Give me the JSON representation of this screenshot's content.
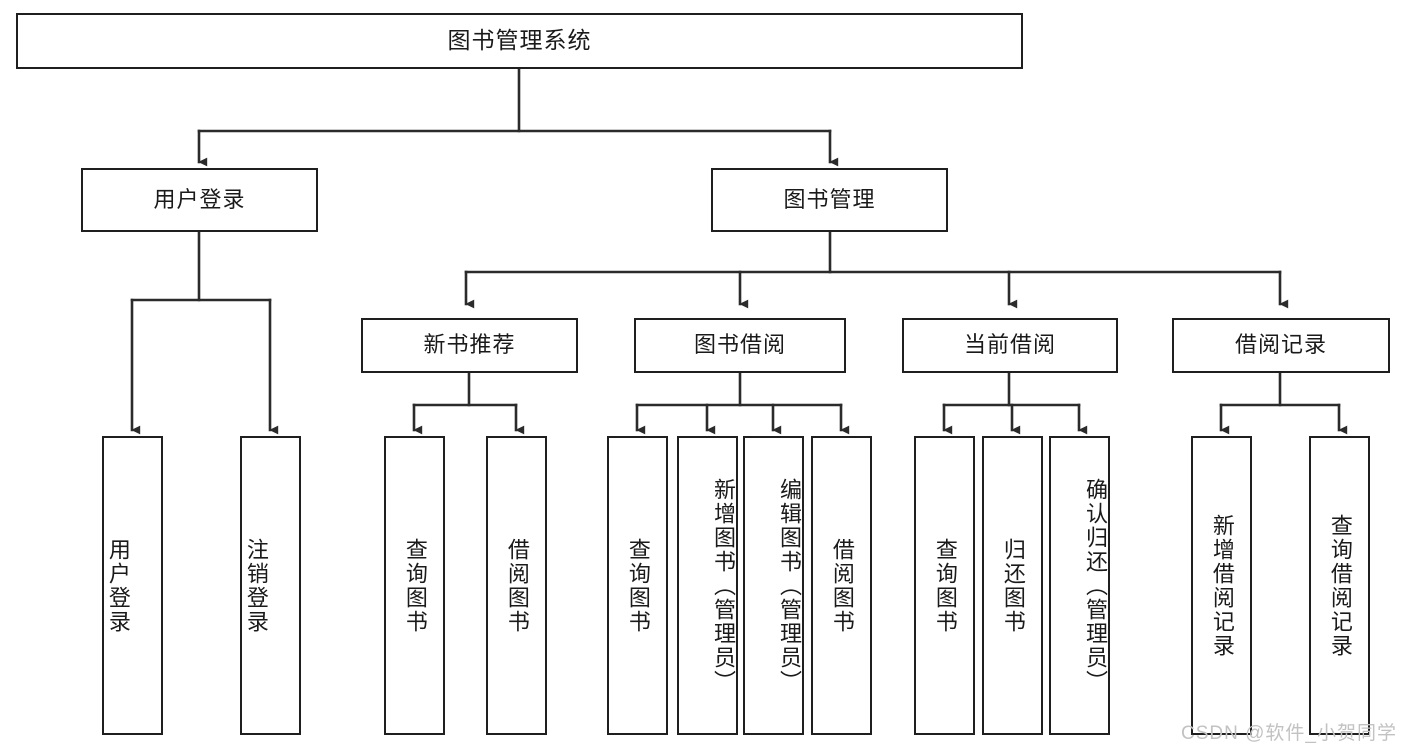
{
  "diagram": {
    "title": "图书管理系统",
    "type": "tree",
    "watermark": "CSDN @软件_小贺同学",
    "colors": {
      "stroke": "#1f1f1f",
      "fill": "#ffffff",
      "text": "#1a1a1a",
      "watermark": "#c2c2c2"
    },
    "levels": {
      "level1": [
        "图书管理系统"
      ],
      "level2": [
        "用户登录",
        "图书管理"
      ],
      "level3": [
        "新书推荐",
        "图书借阅",
        "当前借阅",
        "借阅记录"
      ],
      "level4": [
        "用户登录",
        "注销登录",
        "查询图书",
        "借阅图书",
        "查询图书",
        "新增图书（管理员）",
        "编辑图书（管理员）",
        "借阅图书",
        "查询图书",
        "归还图书",
        "确认归还（管理员）",
        "新增借阅记录",
        "查询借阅记录"
      ]
    },
    "nodes": {
      "root": {
        "label": "图书管理系统"
      },
      "user_login": {
        "label": "用户登录"
      },
      "book_manage": {
        "label": "图书管理"
      },
      "new_book_rec": {
        "label": "新书推荐"
      },
      "book_borrow": {
        "label": "图书借阅"
      },
      "current_borrow": {
        "label": "当前借阅"
      },
      "borrow_record": {
        "label": "借阅记录"
      },
      "leaf_user_login": {
        "label": "用户登录"
      },
      "leaf_logout": {
        "label": "注销登录"
      },
      "leaf_query_book_1": {
        "label": "查询图书"
      },
      "leaf_borrow_book_1": {
        "label": "借阅图书"
      },
      "leaf_query_book_2": {
        "label": "查询图书"
      },
      "leaf_add_book": {
        "label": "新增图书（管理员）"
      },
      "leaf_edit_book": {
        "label": "编辑图书（管理员）"
      },
      "leaf_borrow_book_2": {
        "label": "借阅图书"
      },
      "leaf_query_book_3": {
        "label": "查询图书"
      },
      "leaf_return_book": {
        "label": "归还图书"
      },
      "leaf_confirm_return": {
        "label": "确认归还（管理员）"
      },
      "leaf_add_record": {
        "label": "新增借阅记录"
      },
      "leaf_query_record": {
        "label": "查询借阅记录"
      }
    },
    "edges": [
      {
        "from": "root",
        "to": "user_login"
      },
      {
        "from": "root",
        "to": "book_manage"
      },
      {
        "from": "user_login",
        "to": "leaf_user_login"
      },
      {
        "from": "user_login",
        "to": "leaf_logout"
      },
      {
        "from": "book_manage",
        "to": "new_book_rec"
      },
      {
        "from": "book_manage",
        "to": "book_borrow"
      },
      {
        "from": "book_manage",
        "to": "current_borrow"
      },
      {
        "from": "book_manage",
        "to": "borrow_record"
      },
      {
        "from": "new_book_rec",
        "to": "leaf_query_book_1"
      },
      {
        "from": "new_book_rec",
        "to": "leaf_borrow_book_1"
      },
      {
        "from": "book_borrow",
        "to": "leaf_query_book_2"
      },
      {
        "from": "book_borrow",
        "to": "leaf_add_book"
      },
      {
        "from": "book_borrow",
        "to": "leaf_edit_book"
      },
      {
        "from": "book_borrow",
        "to": "leaf_borrow_book_2"
      },
      {
        "from": "current_borrow",
        "to": "leaf_query_book_3"
      },
      {
        "from": "current_borrow",
        "to": "leaf_return_book"
      },
      {
        "from": "current_borrow",
        "to": "leaf_confirm_return"
      },
      {
        "from": "borrow_record",
        "to": "leaf_add_record"
      },
      {
        "from": "borrow_record",
        "to": "leaf_query_record"
      }
    ]
  }
}
